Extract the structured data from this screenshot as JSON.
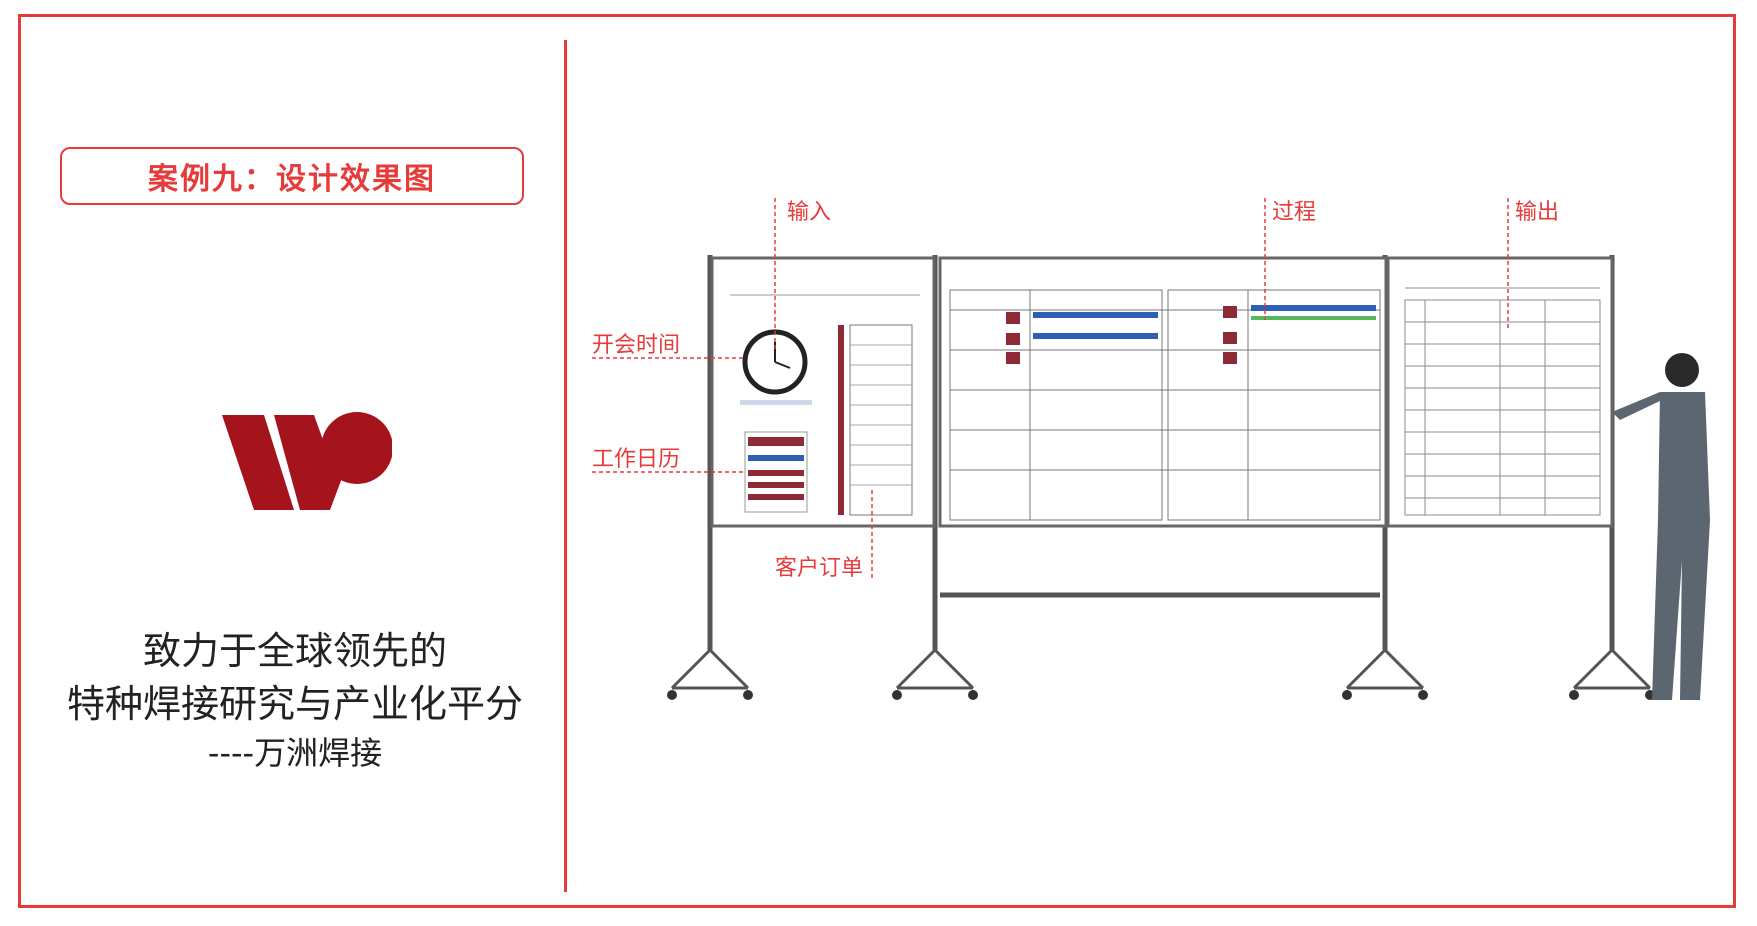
{
  "left_panel": {
    "case_title": "案例九：设计效果图",
    "slogan_line1": "致力于全球领先的",
    "slogan_line2": "特种焊接研究与产业化平分",
    "slogan_line3": "----万洲焊接"
  },
  "diagram": {
    "stage_labels": {
      "input": "输入",
      "process": "过程",
      "output": "输出"
    },
    "callouts": {
      "meeting_time": "开会时间",
      "work_calendar": "工作日历",
      "customer_order": "客户订单"
    }
  },
  "colors": {
    "accent_red": "#e63b3b",
    "logo_red": "#a5141d",
    "board_maroon": "#8e2a35",
    "board_blue": "#2f5fb3"
  }
}
